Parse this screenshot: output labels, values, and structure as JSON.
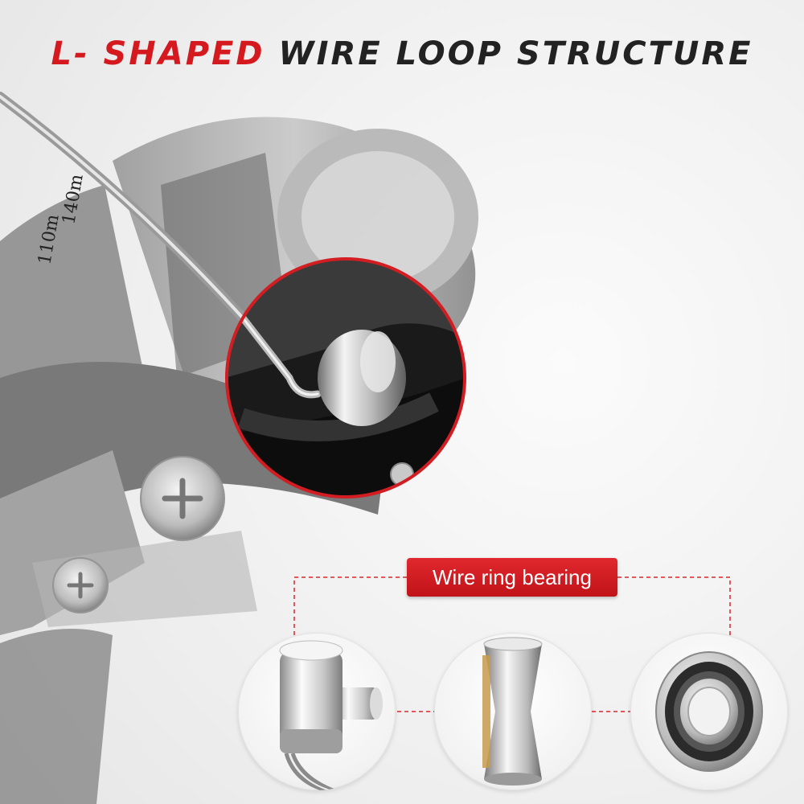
{
  "title": {
    "highlight": "L- SHAPED",
    "rest": "WIRE LOOP STRUCTURE",
    "highlight_color": "#d51a1f",
    "rest_color": "#222222"
  },
  "spool_markings": [
    "140m",
    "110m"
  ],
  "callout": {
    "label": "Wire ring bearing",
    "box_color": "#d51a1f",
    "line_color": "#d9262b"
  },
  "parts": [
    {
      "name": "line-roller"
    },
    {
      "name": "roller-sleeve"
    },
    {
      "name": "ball-bearing"
    }
  ]
}
